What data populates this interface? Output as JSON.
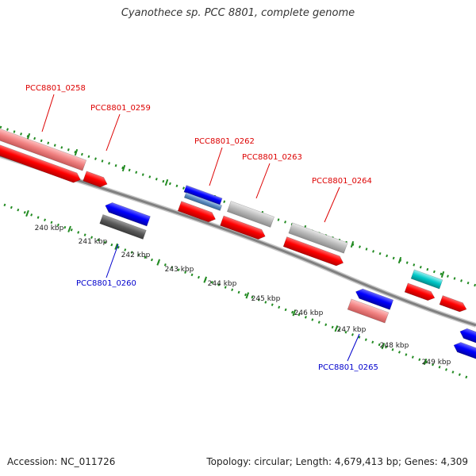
{
  "title": "Cyanothece sp. PCC 8801, complete genome",
  "footer": {
    "accession": "Accession: NC_011726",
    "summary": "Topology: circular; Length: 4,679,413 bp; Genes: 4,309"
  },
  "colors": {
    "forward_gene": "#ff0000",
    "reverse_gene": "#0000ff",
    "pseudo_gene": "#f08080",
    "other_gene": "#b0b0b0",
    "rna_gene": "#00c8c8",
    "backbone": "#808080",
    "tick": "#228b22"
  },
  "ticks": [
    "240 kbp",
    "241 kbp",
    "242 kbp",
    "243 kbp",
    "244 kbp",
    "245 kbp",
    "246 kbp",
    "247 kbp",
    "248 kbp",
    "249 kbp"
  ],
  "labels": [
    {
      "name": "label-pcc8801-0258",
      "text": "PCC8801_0258",
      "strand": "forward"
    },
    {
      "name": "label-pcc8801-0259",
      "text": "PCC8801_0259",
      "strand": "forward"
    },
    {
      "name": "label-pcc8801-0262",
      "text": "PCC8801_0262",
      "strand": "forward"
    },
    {
      "name": "label-pcc8801-0263",
      "text": "PCC8801_0263",
      "strand": "forward"
    },
    {
      "name": "label-pcc8801-0264",
      "text": "PCC8801_0264",
      "strand": "forward"
    },
    {
      "name": "label-pcc8801-0260",
      "text": "PCC8801_0260",
      "strand": "reverse"
    },
    {
      "name": "label-pcc8801-0265",
      "text": "PCC8801_0265",
      "strand": "reverse"
    }
  ]
}
